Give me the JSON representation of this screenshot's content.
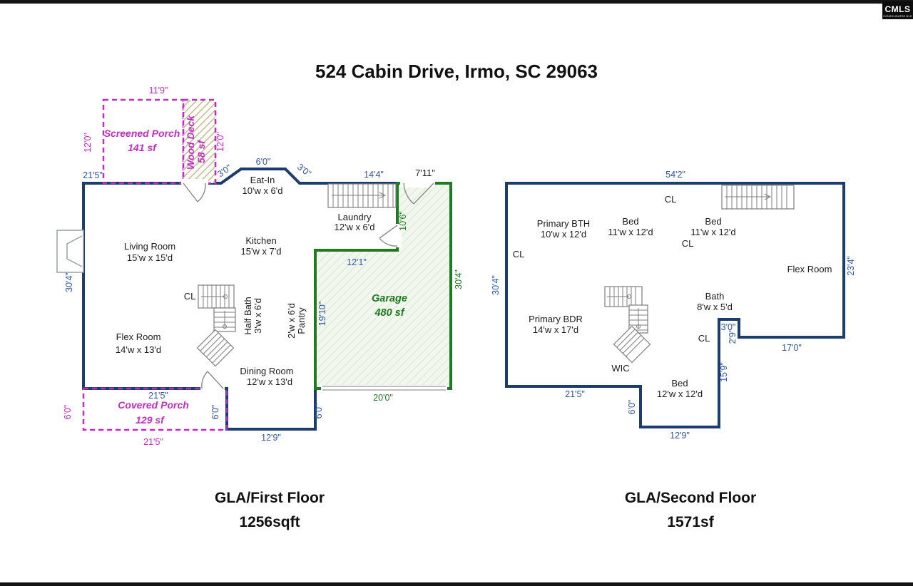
{
  "title": "524 Cabin Drive, Irmo, SC 29063",
  "logo": {
    "text": "CMLS",
    "subtext": "CONSOLIDATED MLS"
  },
  "colors": {
    "wall": "#1b3c6d",
    "dim_blue": "#2d55a5",
    "magenta": "#c32cc3",
    "green": "#207a20",
    "black": "#1c1c1c"
  },
  "ff": {
    "caption": "GLA/First Floor",
    "area": "1256sqft",
    "rooms": {
      "eat_in": {
        "n": "Eat-In",
        "s": "10'w x 6'd"
      },
      "laundry": {
        "n": "Laundry",
        "s": "12'w x 6'd"
      },
      "kitchen": {
        "n": "Kitchen",
        "s": "15'w x 7'd"
      },
      "living": {
        "n": "Living Room",
        "s": "15'w x 15'd"
      },
      "half_bath": {
        "n": "Half Bath",
        "s": "3'w x 6'd"
      },
      "pantry": {
        "n": "Pantry",
        "s": "2'w x 6'd"
      },
      "flex": {
        "n": "Flex Room",
        "s": "14'w x 13'd"
      },
      "dining": {
        "n": "Dining Room",
        "s": "12'w x 13'd"
      },
      "garage": {
        "n": "Garage",
        "s": "480 sf"
      },
      "screened_porch": {
        "n": "Screened Porch",
        "s": "141 sf"
      },
      "wood_deck": {
        "n": "Wood Deck",
        "s": "58 sf"
      },
      "covered_porch": {
        "n": "Covered Porch",
        "s": "129 sf"
      },
      "cl": "CL"
    },
    "dims": {
      "top_left": "21'5\"",
      "sp_width": "11'9\"",
      "sp_left": "12'0\"",
      "deck_right": "12'0\"",
      "bay_left": "3'0\"",
      "bay_top": "6'0\"",
      "bay_right": "3'0\"",
      "laundry_top": "14'4\"",
      "garage_entry": "7'11\"",
      "garage_upper_left": "10'6\"",
      "garage_step": "12'1\"",
      "garage_left": "19'10\"",
      "west": "30'4\"",
      "garage_east": "30'4\"",
      "garage_south": "20'0\"",
      "cp_top": "21'5\"",
      "cp_left": "6'0\"",
      "cp_right": "6'0\"",
      "cp_bottom": "21'5\"",
      "se_step": "6'0\"",
      "south": "12'9\""
    }
  },
  "sf": {
    "caption": "GLA/Second Floor",
    "area": "1571sf",
    "rooms": {
      "primary_bth": {
        "n": "Primary BTH",
        "s": "10'w x 12'd"
      },
      "bed1": {
        "n": "Bed",
        "s": "11'w x 12'd"
      },
      "bed2": {
        "n": "Bed",
        "s": "11'w x 12'd"
      },
      "bed3": {
        "n": "Bed",
        "s": "12'w x 12'd"
      },
      "flex": {
        "n": "Flex Room"
      },
      "primary_bdr": {
        "n": "Primary BDR",
        "s": "14'w x 17'd"
      },
      "bath": {
        "n": "Bath",
        "s": "8'w x 5'd"
      },
      "wic": {
        "n": "WIC"
      },
      "cl": "CL"
    },
    "dims": {
      "north": "54'2\"",
      "east": "23'4\"",
      "west": "30'4\"",
      "notch_w": "3'0\"",
      "notch_h": "2'9\"",
      "se": "17'0\"",
      "mid_east": "15'9\"",
      "sw": "21'5\"",
      "step": "6'0\"",
      "south": "12'9\""
    }
  }
}
